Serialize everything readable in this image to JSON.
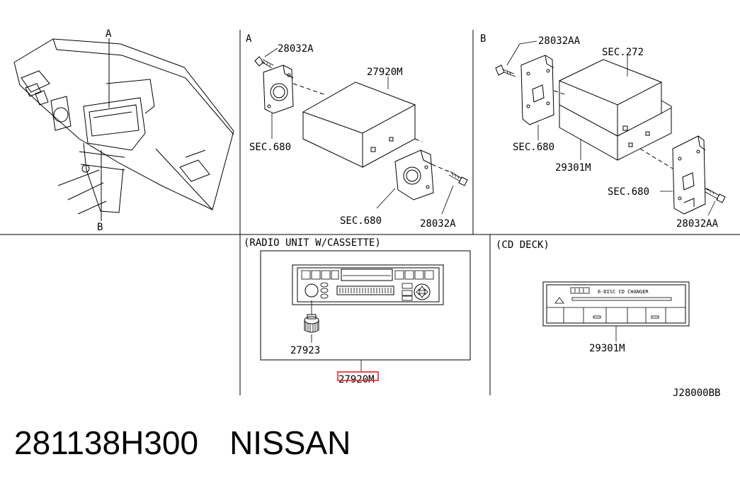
{
  "panels": {
    "overview": {
      "label_a": "A",
      "label_b": "B"
    },
    "detail_a": {
      "title": "A",
      "screw_top": "28032A",
      "unit": "27920M",
      "bracket_left": "SEC.680",
      "bracket_right": "SEC.680",
      "screw_bottom": "28032A"
    },
    "detail_b": {
      "title": "B",
      "screw_top": "28032AA",
      "sec_top": "SEC.272",
      "bracket_left": "SEC.680",
      "unit": "29301M",
      "bracket_right": "SEC.680",
      "screw_bottom": "28032AA"
    },
    "radio": {
      "title": "(RADIO UNIT W/CASSETTE)",
      "knob": "27923",
      "unit_prefix": "2792",
      "unit_highlight": "0",
      "unit_suffix": "M"
    },
    "cd": {
      "title": "(CD DECK)",
      "faceplate_text": "6-DISC CD CHANGER",
      "unit": "29301M"
    }
  },
  "diagram_code": "J28000BB",
  "caption": {
    "part_number": "281138H300",
    "brand": "NISSAN"
  },
  "colors": {
    "highlight": "#e8202a",
    "line": "#000000"
  }
}
